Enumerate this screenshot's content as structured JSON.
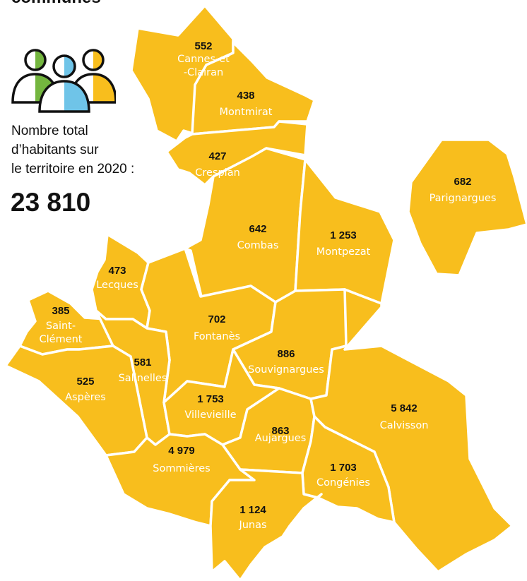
{
  "header": {
    "title": "communes"
  },
  "summary": {
    "label_lines": [
      "Nombre total",
      "d’habitants sur",
      "le territoire en 2020 :"
    ],
    "total": "23 810",
    "icon": "people-group-icon"
  },
  "colors": {
    "fill": "#f8be1d",
    "border": "#ffffff",
    "green": "#74b63f",
    "blue": "#6fc4e8",
    "yellow": "#f8be1d",
    "text": "#111111"
  },
  "communes": [
    {
      "id": "cannes-et-clairan",
      "name_lines": [
        "Cannes-et",
        "-Clairan"
      ],
      "population": "552"
    },
    {
      "id": "montmirat",
      "name_lines": [
        "Montmirat"
      ],
      "population": "438"
    },
    {
      "id": "crespian",
      "name_lines": [
        "Crespian"
      ],
      "population": "427"
    },
    {
      "id": "combas",
      "name_lines": [
        "Combas"
      ],
      "population": "642"
    },
    {
      "id": "montpezat",
      "name_lines": [
        "Montpezat"
      ],
      "population": "1 253"
    },
    {
      "id": "parignargues",
      "name_lines": [
        "Parignargues"
      ],
      "population": "682"
    },
    {
      "id": "lecques",
      "name_lines": [
        "Lecques"
      ],
      "population": "473"
    },
    {
      "id": "saint-clement",
      "name_lines": [
        "Saint-",
        "Clément"
      ],
      "population": "385"
    },
    {
      "id": "fontanes",
      "name_lines": [
        "Fontanès"
      ],
      "population": "702"
    },
    {
      "id": "salinelles",
      "name_lines": [
        "Salinelles"
      ],
      "population": "581"
    },
    {
      "id": "asperes",
      "name_lines": [
        "Aspères"
      ],
      "population": "525"
    },
    {
      "id": "souvignargues",
      "name_lines": [
        "Souvignargues"
      ],
      "population": "886"
    },
    {
      "id": "villevieille",
      "name_lines": [
        "Villevieille"
      ],
      "population": "1 753"
    },
    {
      "id": "aujargues",
      "name_lines": [
        "Aujargues"
      ],
      "population": "863"
    },
    {
      "id": "calvisson",
      "name_lines": [
        "Calvisson"
      ],
      "population": "5 842"
    },
    {
      "id": "congenies",
      "name_lines": [
        "Congénies"
      ],
      "population": "1 703"
    },
    {
      "id": "sommieres",
      "name_lines": [
        "Sommières"
      ],
      "population": "4 979"
    },
    {
      "id": "junas",
      "name_lines": [
        "Junas"
      ],
      "population": "1 124"
    }
  ]
}
